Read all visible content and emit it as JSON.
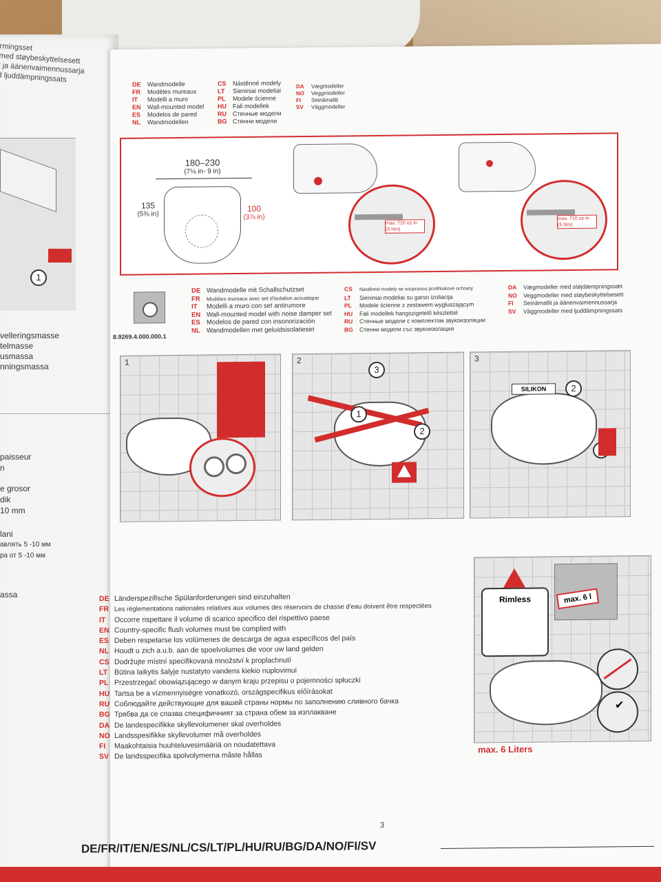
{
  "left_page": {
    "top_lines": [
      "rmingsset",
      "med støybeskyttelsesett",
      "t ja äänenvaimennussarja",
      "d ljuddämpningssats"
    ],
    "mid_lines": [
      "velleringsmasse",
      "telmasse",
      "usmassa",
      "nningsmassa"
    ],
    "lower_lines": [
      "paisseur",
      "n",
      "e grosor",
      "dik",
      "10 mm",
      "lani",
      "авлять 5 -10 мм",
      "ра от 5 -10 мм",
      "assa"
    ],
    "marker": "1"
  },
  "section1": {
    "langs": [
      {
        "code": "DE",
        "text": "Wandmodelle"
      },
      {
        "code": "FR",
        "text": "Modèles mureaux"
      },
      {
        "code": "IT",
        "text": "Modelli a muro"
      },
      {
        "code": "EN",
        "text": "Wall-mounted model"
      },
      {
        "code": "ES",
        "text": "Modelos de pared"
      },
      {
        "code": "NL",
        "text": "Wandmodellen"
      }
    ],
    "langs2": [
      {
        "code": "CS",
        "text": "Nástěnné modely"
      },
      {
        "code": "LT",
        "text": "Sieniniai modeliai"
      },
      {
        "code": "PL",
        "text": "Modele ścienne"
      },
      {
        "code": "HU",
        "text": "Fali modellek"
      },
      {
        "code": "RU",
        "text": "Стенные модели"
      },
      {
        "code": "BG",
        "text": "Стенни модели"
      }
    ],
    "langs3": [
      {
        "code": "DA",
        "text": "Vægmodeller"
      },
      {
        "code": "NO",
        "text": "Veggmodeller"
      },
      {
        "code": "FI",
        "text": "Seinämallit"
      },
      {
        "code": "SV",
        "text": "Väggmodeller"
      }
    ],
    "dim_width": "180–230",
    "dim_width_in": "(7⅛ in- 9 in)",
    "dim_left": "135",
    "dim_left_in": "(5⅜ in)",
    "dim_right": "100",
    "dim_right_in": "(3⅞ in)",
    "torque_label": "max. 710 oz-in",
    "torque_label2": "(5 Nm)"
  },
  "section2": {
    "part_number": "8.9269.4.000.000.1",
    "langs": [
      {
        "code": "DE",
        "text": "Wandmodelle mit Schallschutzset"
      },
      {
        "code": "FR",
        "text": "Modèles mureaux avec set d'isolation acoustique"
      },
      {
        "code": "IT",
        "text": "Modelli a muro con set antirumore"
      },
      {
        "code": "EN",
        "text": "Wall-mounted model with noise damper set"
      },
      {
        "code": "ES",
        "text": "Modelos de pared con insonorización"
      },
      {
        "code": "NL",
        "text": "Wandmodellen met geluidsisolatieset"
      }
    ],
    "langs2": [
      {
        "code": "CS",
        "text": "Nástěnné modely se soupravou protihlukové ochrany"
      },
      {
        "code": "LT",
        "text": "Sieniniai modeliai su garso izoliacija"
      },
      {
        "code": "PL",
        "text": "Modele ścienne z zestawem wygłuszającym"
      },
      {
        "code": "HU",
        "text": "Fali modellek hangszigetelő készlettel"
      },
      {
        "code": "RU",
        "text": "Стенные модели с комплектом звукоизоляции"
      },
      {
        "code": "BG",
        "text": "Стенни модели със звукоизолация"
      }
    ],
    "langs3": [
      {
        "code": "DA",
        "text": "Vægmodeller med støjdæmpningssæt"
      },
      {
        "code": "NO",
        "text": "Veggmodeller med støybeskyttelsesett"
      },
      {
        "code": "FI",
        "text": "Seinämallit ja äänenvaimennussarja"
      },
      {
        "code": "SV",
        "text": "Väggmodeller med ljuddämpningssats"
      }
    ],
    "step1": "1",
    "step2": "2",
    "step3": "3",
    "silikon": "SILIKON"
  },
  "section3": {
    "langs": [
      {
        "code": "DE",
        "text": "Länderspezifische Spülanforderungen sind einzuhalten"
      },
      {
        "code": "FR",
        "text": "Les réglementations nationales relatives aux volumes des réservoirs de chasse d'eau doivent être respectées"
      },
      {
        "code": "IT",
        "text": "Occorre rispettare il volume di scarico specifico del rispettivo paese"
      },
      {
        "code": "EN",
        "text": "Country-specific flush volumes must be complied with"
      },
      {
        "code": "ES",
        "text": "Deben respetarse los volúmenes de descarga de agua específicos del país"
      },
      {
        "code": "NL",
        "text": "Houdt u zich a.u.b. aan de spoelvolumes die voor uw land gelden"
      },
      {
        "code": "CS",
        "text": "Dodržujte místní specifikovaná množství k proplachnutí"
      },
      {
        "code": "LT",
        "text": "Būtina laikytis šalyje nustatyto vandens kiekio nuplovimui"
      },
      {
        "code": "PL",
        "text": "Przestrzegać obowiązującego w danym kraju przepisu o pojemności spłuczki"
      },
      {
        "code": "HU",
        "text": "Tartsa be a vízmennyiségre vonatkozó, országspecifikus előírásokat"
      },
      {
        "code": "RU",
        "text": "Соблюдайте действующие для вашей страны нормы по заполнению сливного бачка"
      },
      {
        "code": "BG",
        "text": "Трябва да се спазва специфичният за страна обем за изплакване"
      },
      {
        "code": "DA",
        "text": "De landespecifikke skyllevolumener skal overholdes"
      },
      {
        "code": "NO",
        "text": "Landsspesifikke skyllevolumer må overholdes"
      },
      {
        "code": "FI",
        "text": "Maakohtaisia huuhteluvesimääriä on noudatettava"
      },
      {
        "code": "SV",
        "text": "De landsspecifika spolvolymerna måste hållas"
      }
    ],
    "rimless": "Rimless",
    "max_tank": "max. 6 l",
    "max_liters": "max. 6 Liters"
  },
  "footer": {
    "page_number": "3",
    "languages": "DE/FR/IT/EN/ES/NL/CS/LT/PL/HU/RU/BG/DA/NO/FI/SV"
  }
}
